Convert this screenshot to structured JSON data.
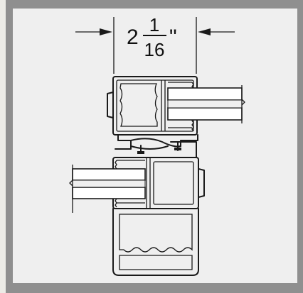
{
  "figure": {
    "frame_color": "#8f8f8f",
    "panel_color": "#efefef",
    "line_color": "#1a1a1a"
  },
  "dimension": {
    "whole": "2",
    "numerator": "1",
    "denominator": "16",
    "unit": "\""
  },
  "icons": {
    "arrow_left": "dimension-arrow-right-pointing",
    "arrow_right": "dimension-arrow-left-pointing"
  }
}
